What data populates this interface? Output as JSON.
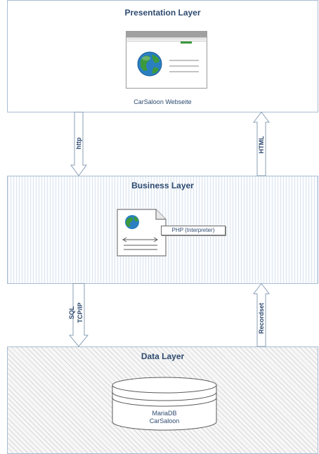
{
  "layers": {
    "presentation": {
      "title": "Presentation Layer",
      "component_label": "CarSaloon Webseite"
    },
    "business": {
      "title": "Business Layer",
      "component_label": "PHP (Interpreter)"
    },
    "data": {
      "title": "Data Layer",
      "db_line1": "MariaDB",
      "db_line2": "CarSaloon"
    }
  },
  "arrows": {
    "http": "http",
    "html": "HTML",
    "sql": "SQL",
    "tcpip": "TCP/IP",
    "recordset": "Recordset"
  },
  "colors": {
    "border": "#a9bdd2",
    "title": "#2e4a6f",
    "globe_blue": "#2a7fc1",
    "globe_green": "#3c9a3c",
    "browser_bar": "#a0a0a0",
    "browser_accent": "#3c9a3c"
  },
  "icons": {
    "browser": "browser-window-icon",
    "globe": "globe-icon",
    "document": "script-document-icon",
    "database": "database-cylinder-icon"
  }
}
